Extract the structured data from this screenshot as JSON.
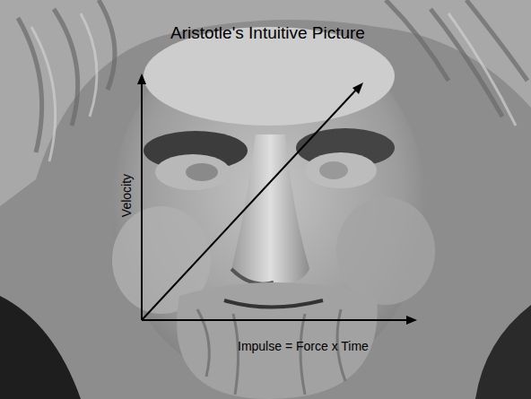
{
  "diagram": {
    "title": "Aristotle's Intuitive Picture",
    "labels": [
      "Velocity",
      "Impulse = Force x Time"
    ]
  }
}
